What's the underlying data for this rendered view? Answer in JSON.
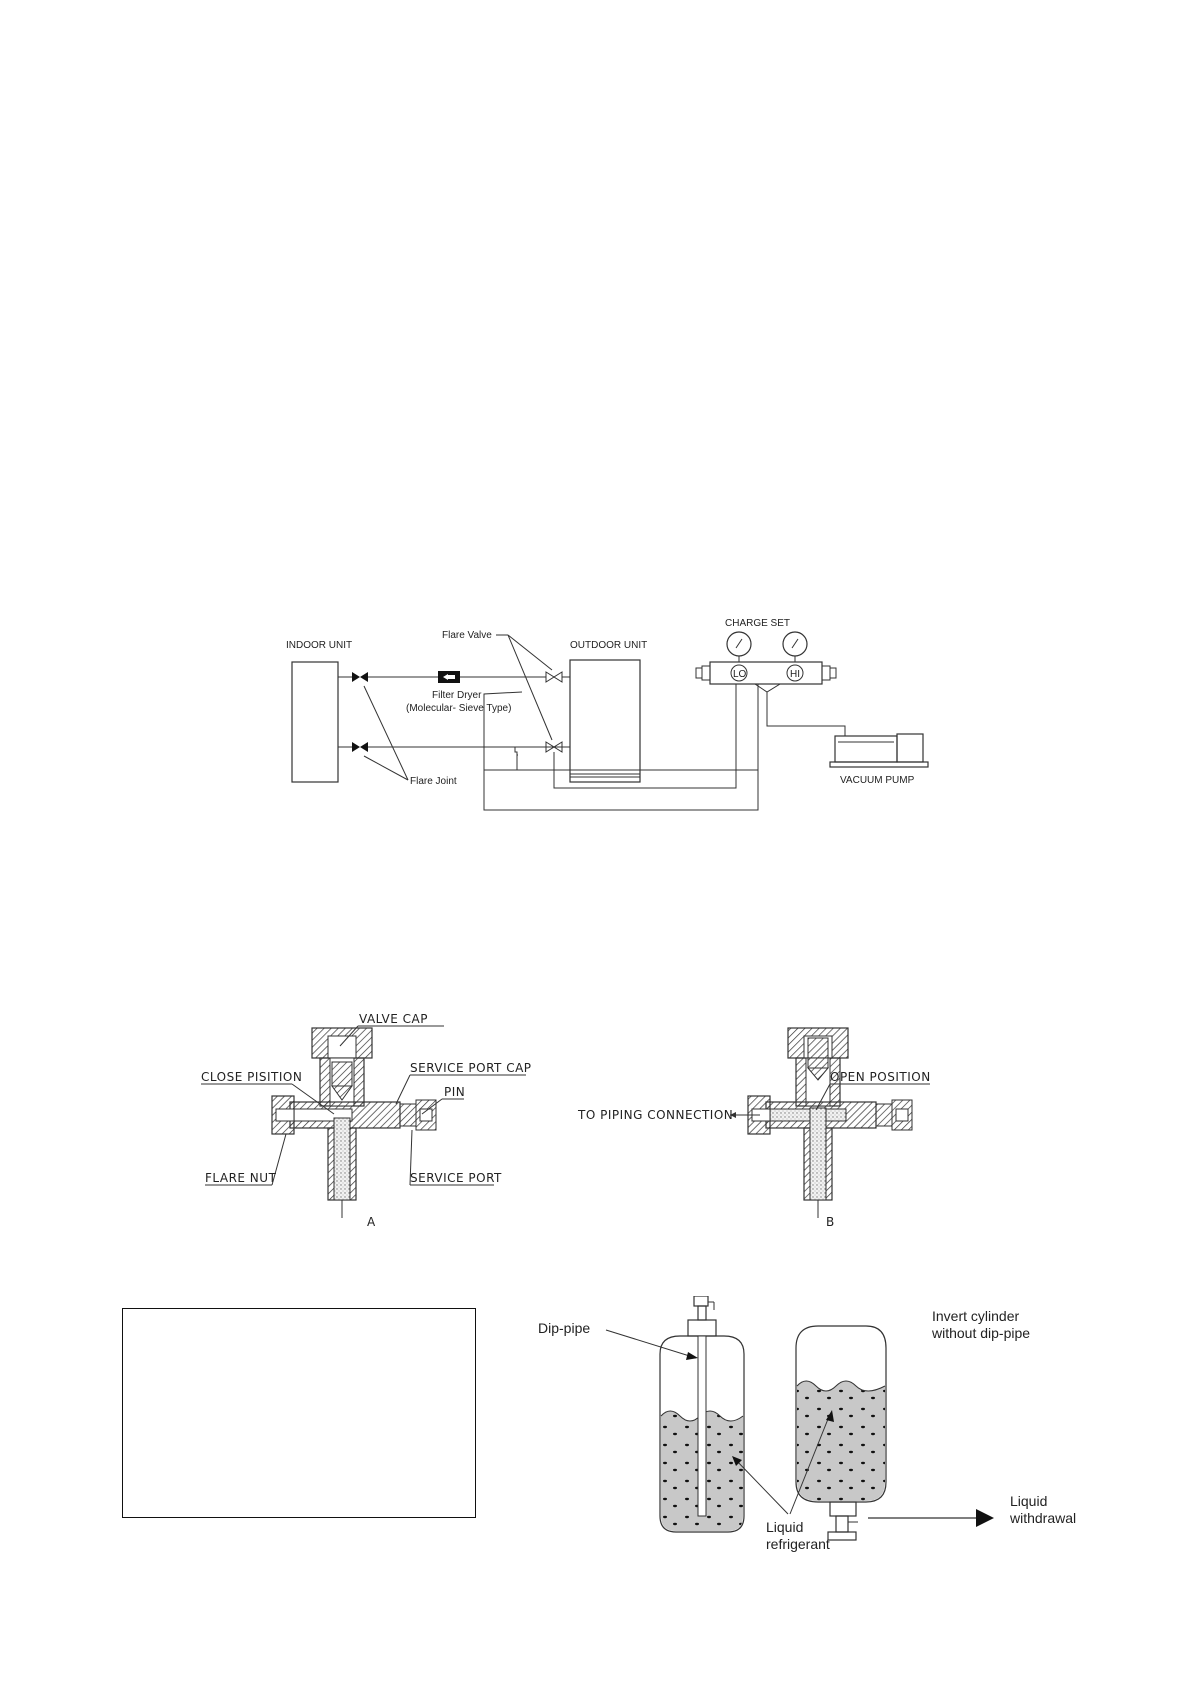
{
  "diagram1": {
    "indoor_unit": "INDOOR UNIT",
    "outdoor_unit": "OUTDOOR UNIT",
    "flare_valve": "Flare Valve",
    "filter_dryer_line1": "Filter Dryer",
    "filter_dryer_line2": "(Molecular- Sieve Type)",
    "flare_joint": "Flare Joint",
    "charge_set": "CHARGE SET",
    "gauge_lo": "LO",
    "gauge_hi": "HI",
    "vacuum_pump": "VACUUM PUMP"
  },
  "diagram2": {
    "valve_cap": "VALVE CAP",
    "close_position": "CLOSE PISITION",
    "service_port_cap": "SERVICE PORT CAP",
    "pin": "PIN",
    "flare_nut": "FLARE NUT",
    "service_port": "SERVICE PORT",
    "label_a": "A",
    "open_position": "OPEN POSITION",
    "to_piping": "TO PIPING CONNECTION",
    "label_b": "B"
  },
  "diagram3": {
    "dip_pipe": "Dip-pipe",
    "invert_line1": "Invert cylinder",
    "invert_line2": "without dip-pipe",
    "liquid_line1": "Liquid",
    "liquid_line2": "refrigerant",
    "withdrawal_line1": "Liquid",
    "withdrawal_line2": "withdrawal"
  },
  "colors": {
    "line": "#333333",
    "fill_liquid": "#c8c8c8"
  }
}
